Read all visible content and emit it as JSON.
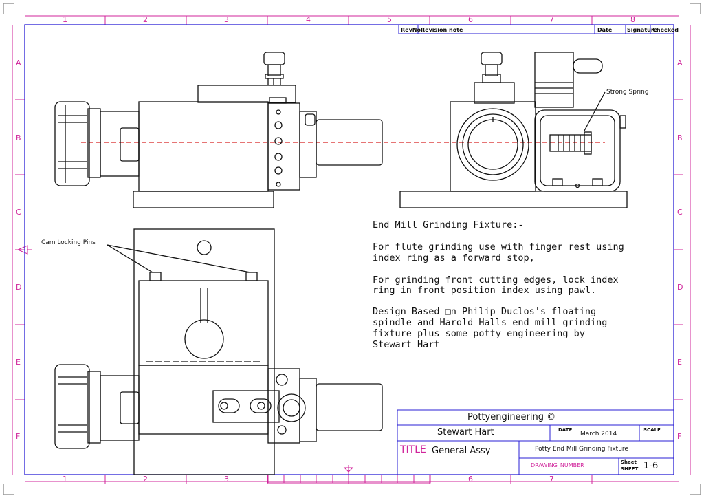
{
  "grid": {
    "columns": [
      "1",
      "2",
      "3",
      "4",
      "5",
      "6",
      "7",
      "8"
    ],
    "rows": [
      "A",
      "B",
      "C",
      "D",
      "E",
      "F"
    ]
  },
  "revision_block": {
    "rev_no": "RevNo",
    "revision_note": "Revision note",
    "date": "Date",
    "signature": "Signature",
    "checked": "Checked"
  },
  "callouts": {
    "strong_spring": "Strong Spring",
    "cam_locking_pins": "Cam Locking Pins"
  },
  "notes": {
    "heading": "End Mill Grinding Fixture:-",
    "para1_line1": "For flute grinding use with finger rest using",
    "para1_line2": "index ring as a forward stop,",
    "para2_line1": "For grinding front cutting edges, lock index",
    "para2_line2": "ring in front position index using pawl.",
    "para3_line1": "Design Based □n Philip Duclos's floating",
    "para3_line2": "spindle and Harold Halls end mill grinding",
    "para3_line3": "fixture plus some potty engineering by",
    "para3_line4": "Stewart Hart"
  },
  "title_block": {
    "company": "Pottyengineering ©",
    "author": "Stewart Hart",
    "date_label": "DATE",
    "date_value": "March 2014",
    "scale_label": "SCALE",
    "title_label": "TITLE",
    "title_value": "General Assy",
    "description": "Potty End Mill Grinding Fixture",
    "drawing_number": "DRAWING_NUMBER",
    "sheet_label_1": "Sheet",
    "sheet_label_2": "SHEET",
    "sheet_value": "1-6"
  },
  "colors": {
    "border": "#2a1fd6",
    "grid": "#d0249b",
    "centerline": "#d62020",
    "ink": "#111111"
  }
}
